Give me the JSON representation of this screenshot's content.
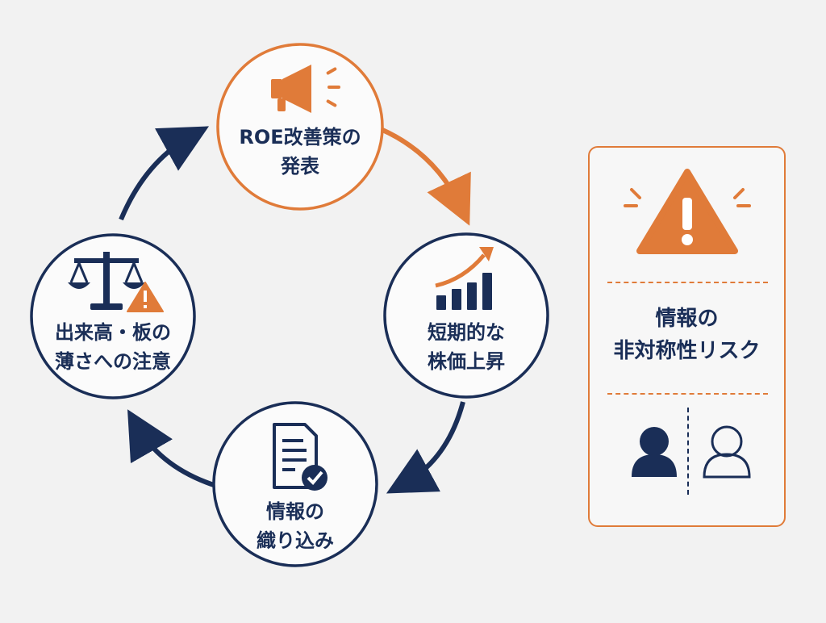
{
  "diagram": {
    "nodes": [
      {
        "id": "announce",
        "lines": [
          "ROE改善策の",
          "発表"
        ],
        "icon": "megaphone-icon",
        "accent": "#e07b39"
      },
      {
        "id": "rise",
        "lines": [
          "短期的な",
          "株価上昇"
        ],
        "icon": "bar-chart-up-icon",
        "accent": "#1a2e57"
      },
      {
        "id": "priced",
        "lines": [
          "情報の",
          "織り込み"
        ],
        "icon": "document-check-icon",
        "accent": "#1a2e57"
      },
      {
        "id": "caution",
        "lines": [
          "出来高・板の",
          "薄さへの注意"
        ],
        "icon": "scale-warning-icon",
        "accent": "#1a2e57"
      }
    ],
    "cycle_direction": "clockwise"
  },
  "risk_panel": {
    "title_lines": [
      "情報の",
      "非対称性リスク"
    ],
    "icons": [
      "warning-triangle-icon",
      "person-filled-icon",
      "person-outline-icon"
    ]
  },
  "colors": {
    "navy": "#1a2e57",
    "orange": "#e07b39",
    "background": "#f2f2f2"
  }
}
